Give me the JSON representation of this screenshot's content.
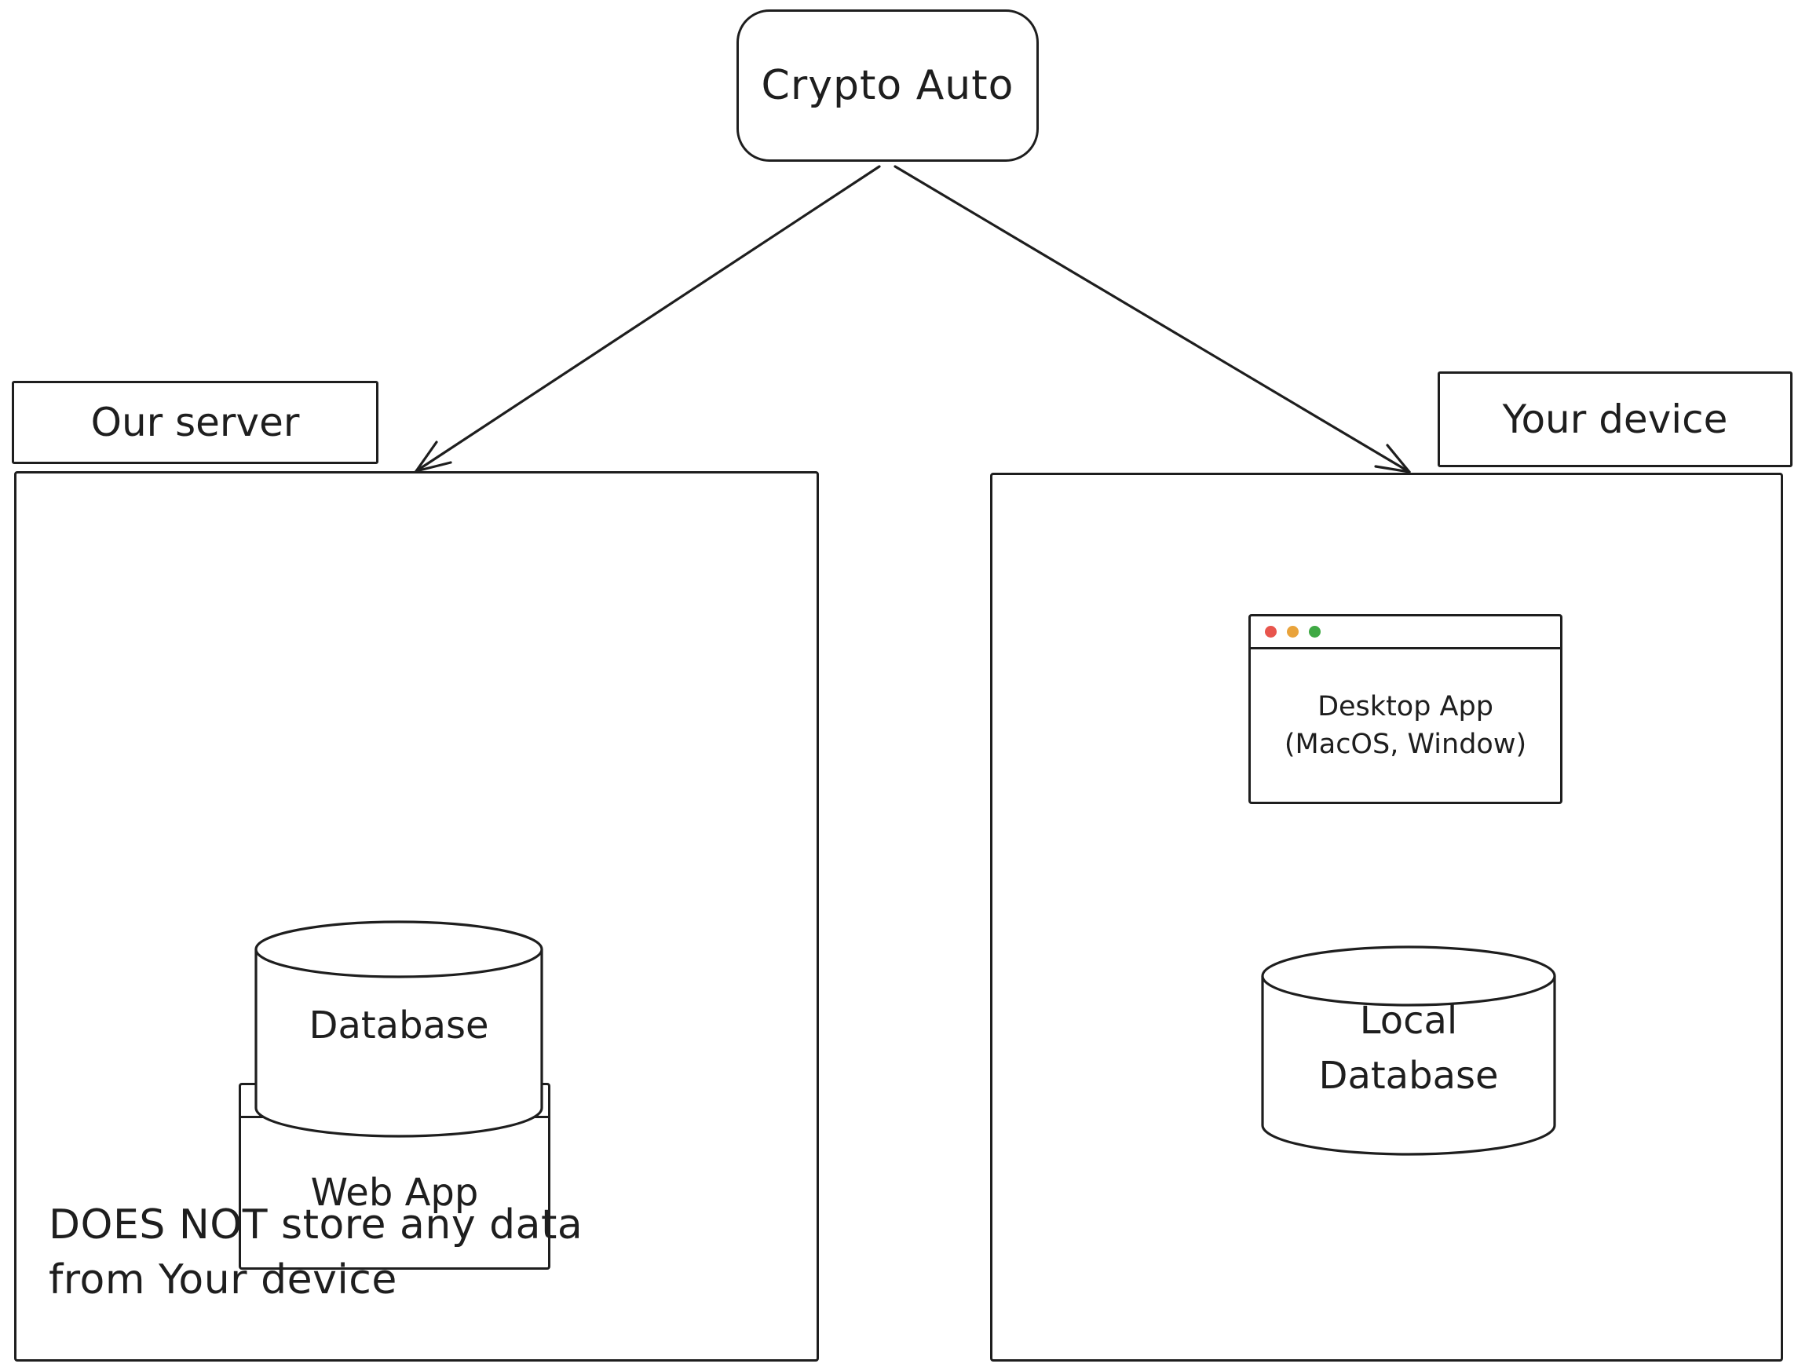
{
  "diagram": {
    "root": {
      "label": "Crypto Auto"
    },
    "left_zone": {
      "zone_label": "Our server",
      "web_app": {
        "label": "Web App"
      },
      "database": {
        "label": "Database"
      },
      "note_line1": "DOES NOT store any data",
      "note_line2": "from Your device"
    },
    "right_zone": {
      "zone_label": "Your device",
      "desktop_app": {
        "label_line1": "Desktop App",
        "label_line2": "(MacOS, Window)"
      },
      "local_database": {
        "label_line1": "Local",
        "label_line2": "Database"
      }
    },
    "colors": {
      "stroke": "#1e1e1e",
      "traffic_red": "#e8554d",
      "traffic_yellow": "#e9a33b",
      "traffic_green": "#3fa944"
    }
  }
}
